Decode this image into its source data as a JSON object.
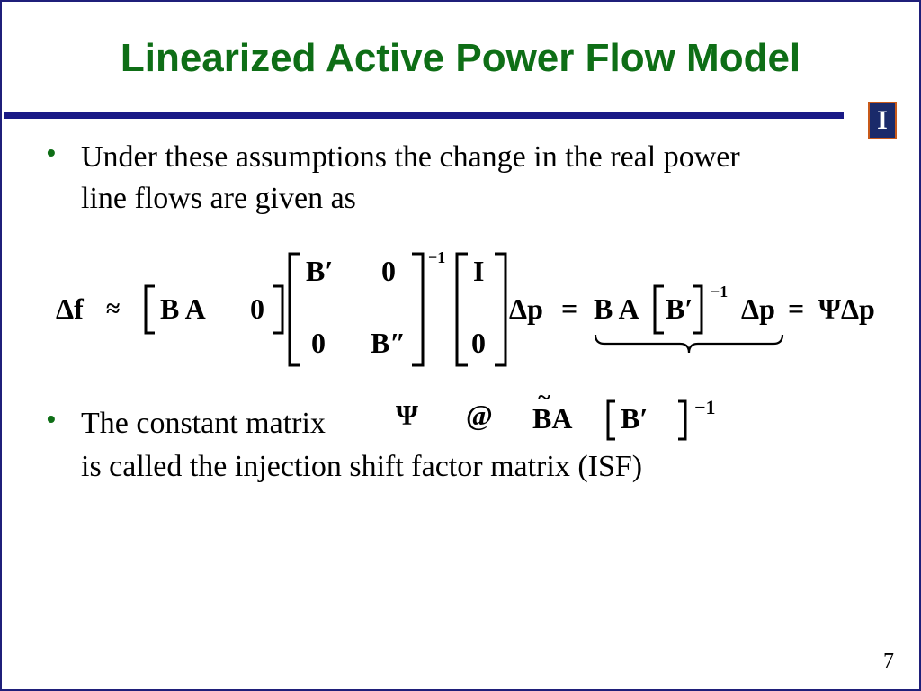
{
  "title": "Linearized Active Power Flow Model",
  "logo_glyph": "I",
  "bullets": [
    {
      "line1": "Under these assumptions the change in the real power",
      "line2": "line flows are given as"
    },
    {
      "line1": "The constant matrix",
      "line2": "is called the injection shift factor matrix (ISF)"
    }
  ],
  "equation": {
    "lhs": "Δf",
    "approx": "≈",
    "row_BA": "B A",
    "zero": "0",
    "m11": "B′",
    "m12": "0",
    "m21": "0",
    "m22": "B″",
    "inv": "−1",
    "v1": "I",
    "v2": "0",
    "dp": "Δp",
    "eq_sign": "=",
    "BA2": "B A",
    "Bp": "B′",
    "inv2": "−1",
    "dp2": "Δp",
    "eq_sign2": "=",
    "psi_dp": "ΨΔp"
  },
  "definition": {
    "psi": "Ψ",
    "at": "@",
    "tilde": "~",
    "BA": "BA",
    "Bp": "B′",
    "inv": "−1"
  },
  "page_number": "7",
  "colors": {
    "title": "#0e6e16",
    "rule": "#1a1a86",
    "frame": "#1f1f7a",
    "bullet": "#0e6e16"
  }
}
